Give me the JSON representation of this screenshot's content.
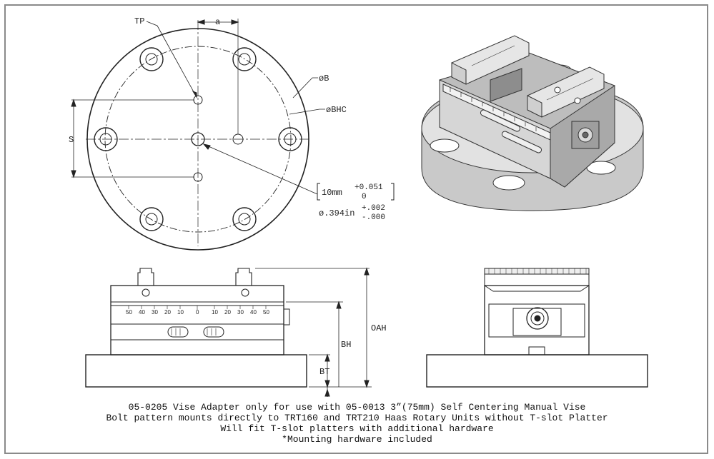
{
  "labels": {
    "tp": "TP",
    "a": "a",
    "dia_b": "øB",
    "dia_bhc": "øBHC",
    "s": "S",
    "tol_metric_base": "10mm",
    "tol_metric_upper": "+0.051",
    "tol_metric_lower": "0",
    "tol_inch_base": "ø.394in",
    "tol_inch_upper": "+.002",
    "tol_inch_lower": "-.000",
    "oah": "OAH",
    "bh": "BH",
    "bt": "BT"
  },
  "scale_ticks": [
    "50",
    "40",
    "30",
    "20",
    "10",
    "0",
    "10",
    "20",
    "30",
    "40",
    "50"
  ],
  "notes": [
    "05-0205 Vise Adapter only for use with 05-0013 3”(75mm) Self Centering Manual Vise",
    "Bolt pattern mounts directly to TRT160 and TRT210 Haas Rotary Units without T-slot Platter",
    "Will fit T-slot platters with additional hardware",
    "*Mounting hardware included"
  ]
}
